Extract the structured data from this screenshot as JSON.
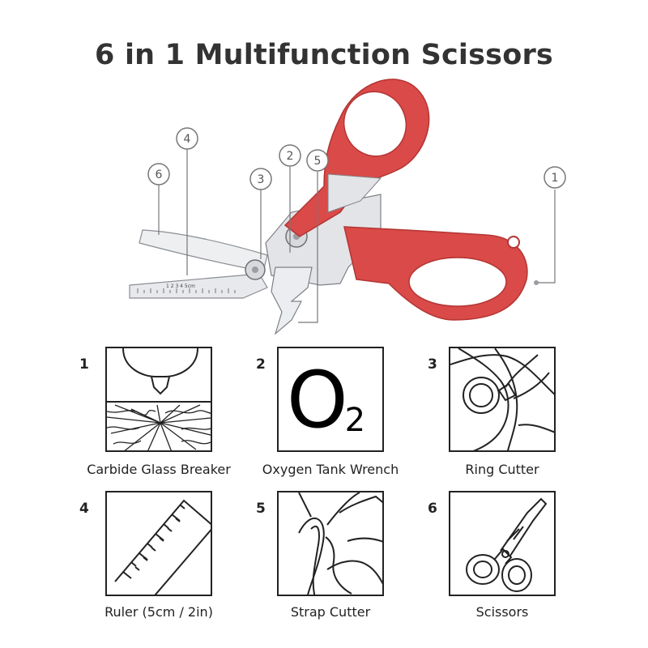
{
  "title": "6 in 1 Multifunction Scissors",
  "colors": {
    "handle_red": "#d94a48",
    "handle_red_dark": "#b33533",
    "steel": "#e6e7ea",
    "steel_edge": "#8a8d92",
    "line": "#777777",
    "icon_stroke": "#222222"
  },
  "callouts": [
    {
      "number": "1"
    },
    {
      "number": "2"
    },
    {
      "number": "3"
    },
    {
      "number": "4"
    },
    {
      "number": "5"
    },
    {
      "number": "6"
    }
  ],
  "ruler_text": "1 2 3 4 5cm",
  "features": [
    {
      "number": "1",
      "label": "Carbide Glass Breaker",
      "icon": "glass-breaker-icon"
    },
    {
      "number": "2",
      "label": "Oxygen Tank Wrench",
      "icon": "oxygen-icon",
      "icon_text_main": "O",
      "icon_text_sub": "2"
    },
    {
      "number": "3",
      "label": "Ring Cutter",
      "icon": "ring-cutter-icon"
    },
    {
      "number": "4",
      "label": "Ruler (5cm / 2in)",
      "icon": "ruler-icon"
    },
    {
      "number": "5",
      "label": "Strap Cutter",
      "icon": "strap-cutter-icon"
    },
    {
      "number": "6",
      "label": "Scissors",
      "icon": "scissors-icon"
    }
  ]
}
